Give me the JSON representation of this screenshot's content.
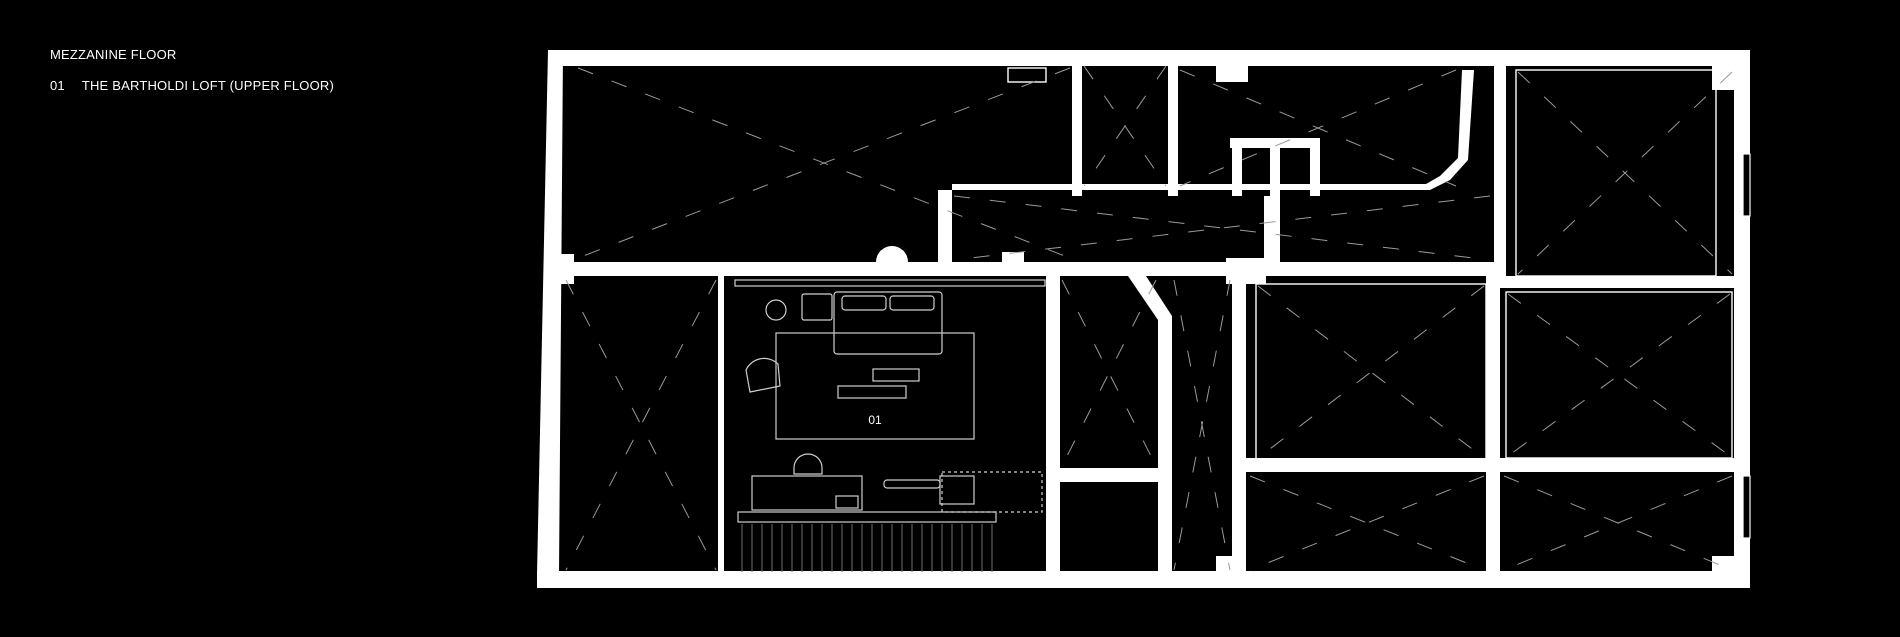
{
  "legend": {
    "title": "MEZZANINE FLOOR",
    "items": [
      {
        "number": "01",
        "name": "THE BARTHOLDI LOFT (UPPER FLOOR)"
      }
    ]
  },
  "plan": {
    "rooms": [
      {
        "label": "01"
      }
    ],
    "colors": {
      "background": "#000000",
      "walls": "#ffffff",
      "lines": "#bdbdbd"
    }
  }
}
